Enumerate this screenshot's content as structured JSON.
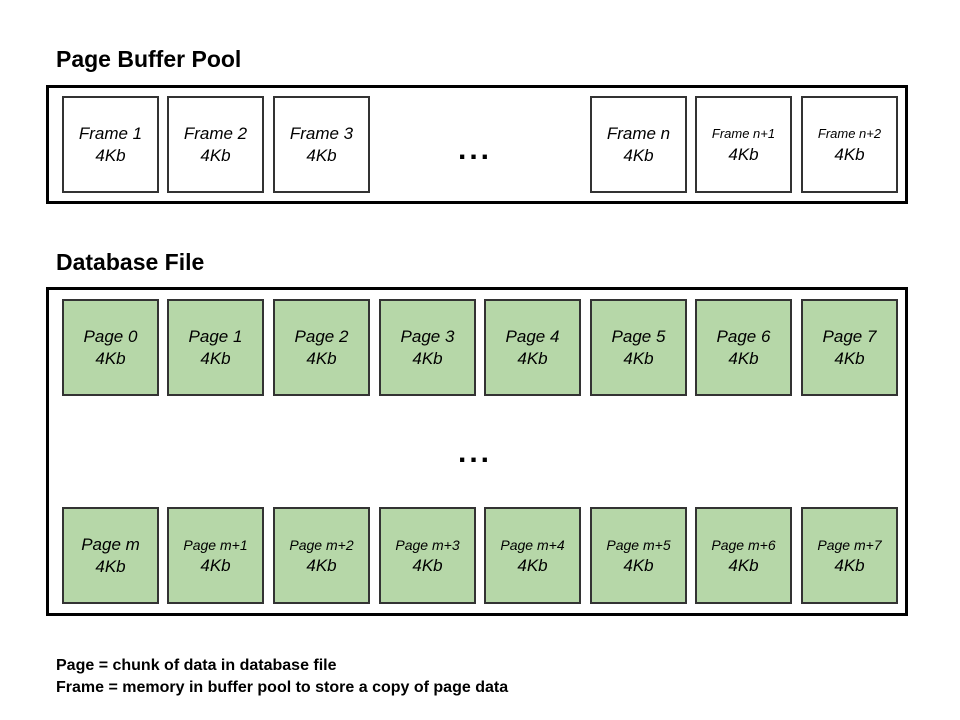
{
  "buffer_pool": {
    "title": "Page Buffer Pool",
    "frames_before": [
      {
        "label": "Frame 1",
        "size": "4Kb"
      },
      {
        "label": "Frame 2",
        "size": "4Kb"
      },
      {
        "label": "Frame 3",
        "size": "4Kb"
      }
    ],
    "ellipsis": "...",
    "frames_after": [
      {
        "label": "Frame n",
        "size": "4Kb"
      },
      {
        "label": "Frame n+1",
        "size": "4Kb"
      },
      {
        "label": "Frame n+2",
        "size": "4Kb"
      }
    ]
  },
  "database_file": {
    "title": "Database File",
    "row_top": [
      {
        "label": "Page 0",
        "size": "4Kb"
      },
      {
        "label": "Page 1",
        "size": "4Kb"
      },
      {
        "label": "Page 2",
        "size": "4Kb"
      },
      {
        "label": "Page 3",
        "size": "4Kb"
      },
      {
        "label": "Page 4",
        "size": "4Kb"
      },
      {
        "label": "Page 5",
        "size": "4Kb"
      },
      {
        "label": "Page 6",
        "size": "4Kb"
      },
      {
        "label": "Page 7",
        "size": "4Kb"
      }
    ],
    "ellipsis": "...",
    "row_bottom": [
      {
        "label": "Page m",
        "size": "4Kb"
      },
      {
        "label": "Page m+1",
        "size": "4Kb"
      },
      {
        "label": "Page m+2",
        "size": "4Kb"
      },
      {
        "label": "Page m+3",
        "size": "4Kb"
      },
      {
        "label": "Page m+4",
        "size": "4Kb"
      },
      {
        "label": "Page m+5",
        "size": "4Kb"
      },
      {
        "label": "Page m+6",
        "size": "4Kb"
      },
      {
        "label": "Page m+7",
        "size": "4Kb"
      }
    ]
  },
  "legend": {
    "page_def": "Page = chunk of data in database file",
    "frame_def": "Frame = memory in buffer pool to store a copy of page data"
  },
  "colors": {
    "page_fill": "#b6d7a8",
    "frame_fill": "#ffffff",
    "border": "#000000"
  }
}
